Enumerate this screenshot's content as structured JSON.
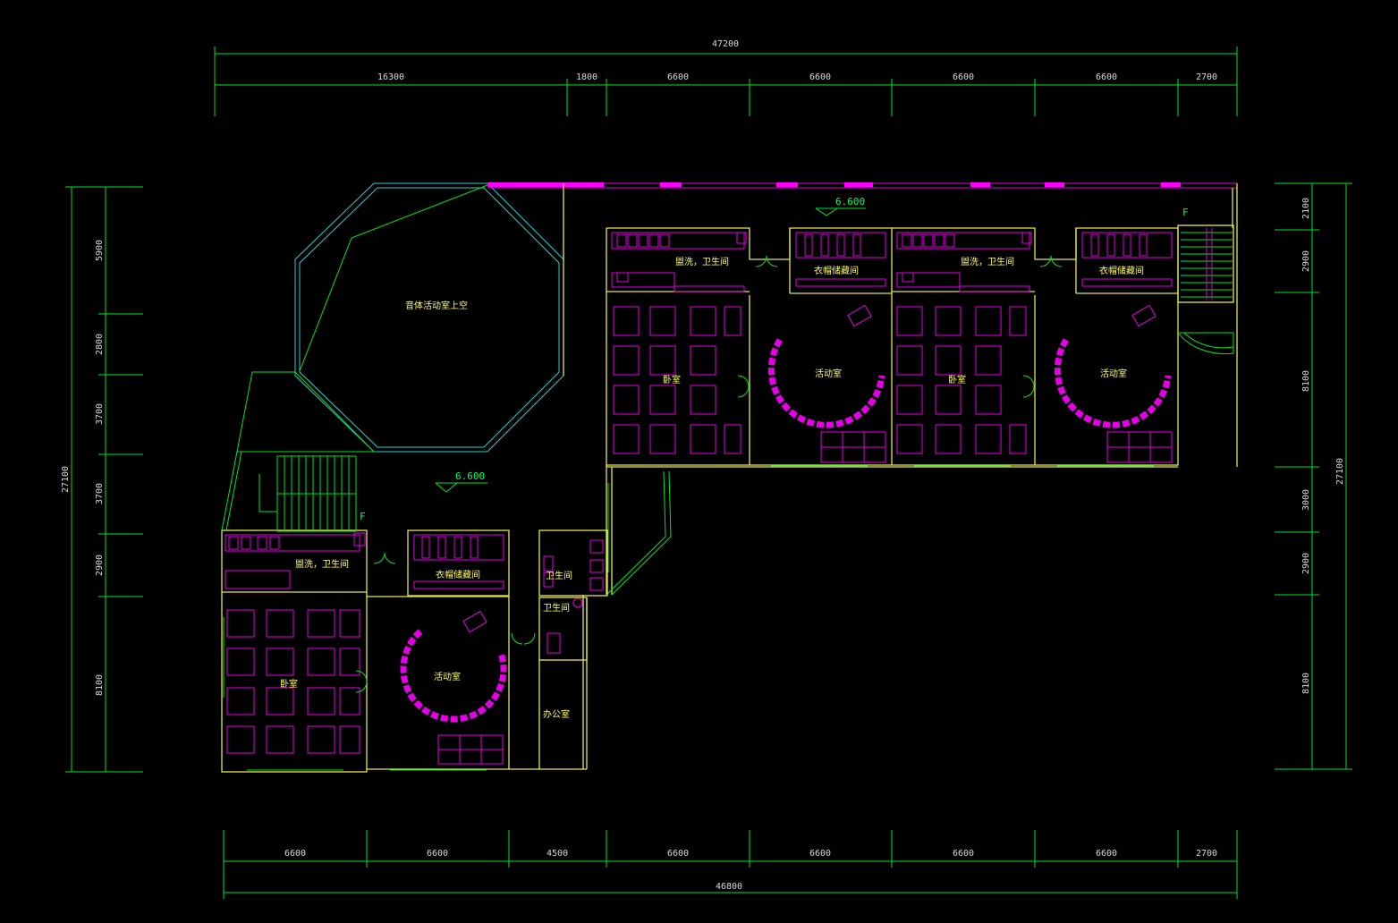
{
  "dimensions": {
    "top_total": "47200",
    "top": [
      "16300",
      "1800",
      "6600",
      "6600",
      "6600",
      "6600",
      "2700"
    ],
    "bottom": [
      "6600",
      "6600",
      "4500",
      "6600",
      "6600",
      "6600",
      "6600",
      "2700"
    ],
    "bottom_total": "46800",
    "left": [
      "5900",
      "2800",
      "3700",
      "3700",
      "2900",
      "8100"
    ],
    "left_total": "27100",
    "right": [
      "2100",
      "2900",
      "8100",
      "3000",
      "2900",
      "8100"
    ],
    "right_total": "27100"
  },
  "elevations": [
    "6.600",
    "6.600"
  ],
  "stair_marks": [
    "F",
    "F"
  ],
  "rooms": {
    "music_hall": "音体活动室上空",
    "wash_1": "盥洗，卫生间",
    "wash_2": "盥洗，卫生间",
    "wash_3": "盥洗，卫生间",
    "cloak_1": "衣帽储藏间",
    "cloak_2": "衣帽储藏间",
    "cloak_3": "衣帽储藏间",
    "bedroom_1": "卧室",
    "bedroom_2": "卧室",
    "bedroom_3": "卧室",
    "activity_1": "活动室",
    "activity_2": "活动室",
    "activity_3": "活动室",
    "toilet_1": "卫生间",
    "toilet_2": "卫生间",
    "office": "办公室"
  },
  "colors": {
    "background": "#000000",
    "dimension_lines": "#00e61e",
    "walls": "#e6e64d",
    "furniture": "#e600e6",
    "glazing": "#33cccc",
    "room_labels": "#ffff66"
  }
}
